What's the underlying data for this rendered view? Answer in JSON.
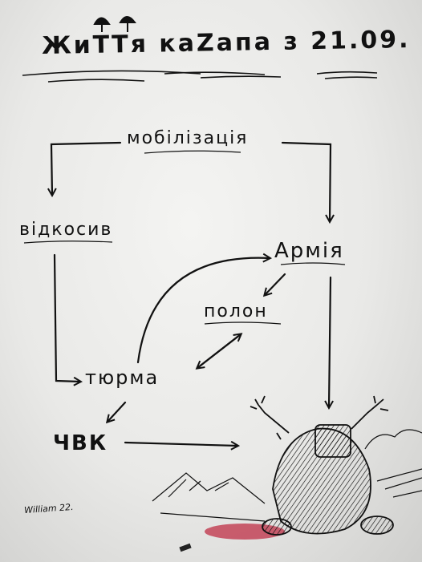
{
  "title": "ЖиТТя каZапа з 21.09.",
  "nodes": {
    "mobilization": "мобілізація",
    "refusal": "відкосив",
    "army": "Армія",
    "captivity": "полон",
    "prison": "тюрма",
    "pmc": "ЧВК"
  },
  "signature": "William 22.",
  "colors": {
    "ink": "#111111",
    "paper": "#f2f2f0",
    "blood": "#c0394f"
  }
}
